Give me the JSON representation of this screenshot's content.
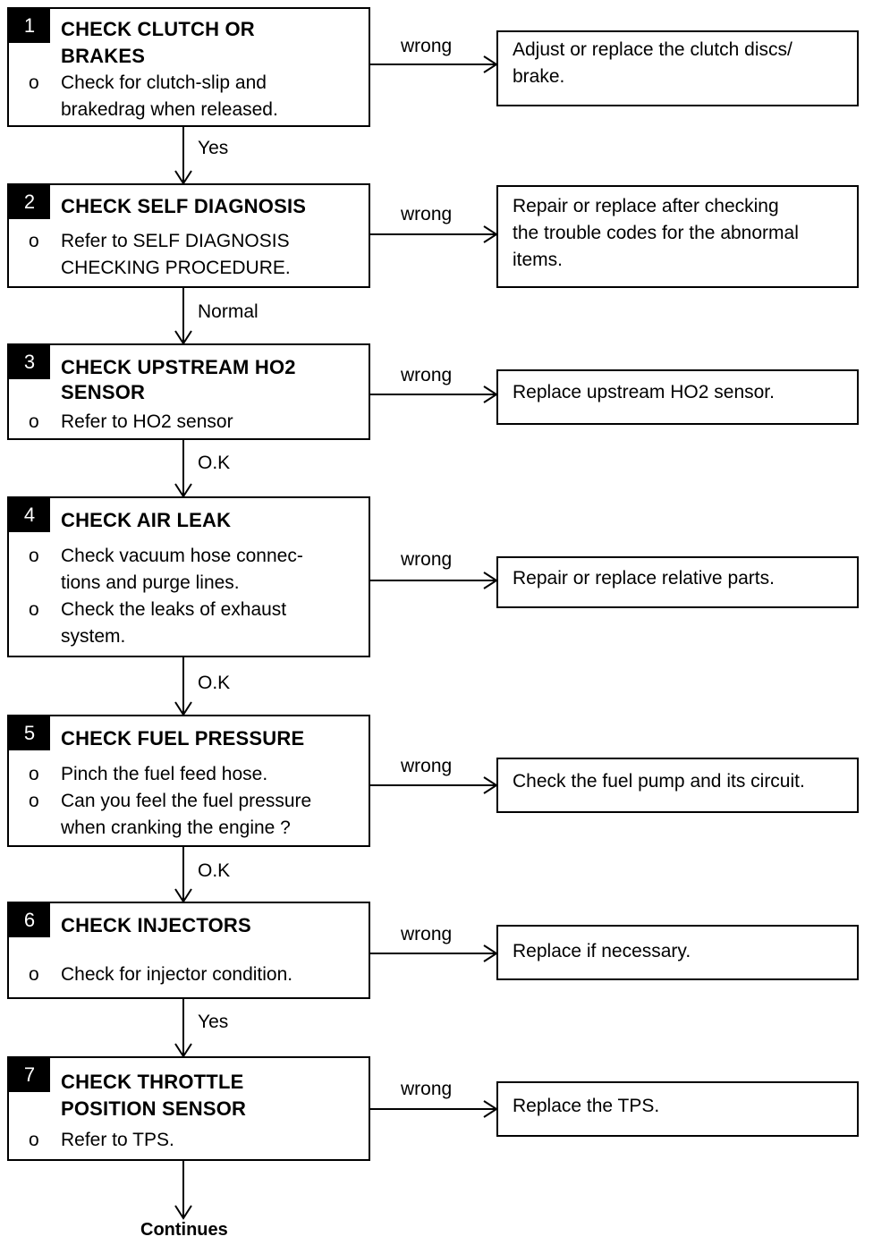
{
  "steps": [
    {
      "num": "1",
      "title": [
        "CHECK CLUTCH OR",
        "BRAKES"
      ],
      "bullets": [
        [
          "Check for clutch-slip and",
          "brakedrag when released."
        ]
      ]
    },
    {
      "num": "2",
      "title": [
        "CHECK SELF DIAGNOSIS"
      ],
      "bullets": [
        [
          "Refer to SELF DIAGNOSIS",
          "CHECKING PROCEDURE."
        ]
      ]
    },
    {
      "num": "3",
      "title": [
        "CHECK UPSTREAM HO2",
        "SENSOR"
      ],
      "bullets": [
        [
          "Refer to HO2 sensor"
        ]
      ]
    },
    {
      "num": "4",
      "title": [
        "CHECK AIR LEAK"
      ],
      "bullets": [
        [
          "Check vacuum hose connec-",
          "tions and purge lines."
        ],
        [
          "Check the leaks of exhaust",
          "system."
        ]
      ]
    },
    {
      "num": "5",
      "title": [
        "CHECK FUEL PRESSURE"
      ],
      "bullets": [
        [
          "Pinch the fuel feed hose."
        ],
        [
          "Can you feel the fuel pressure",
          "when cranking the engine ?"
        ]
      ]
    },
    {
      "num": "6",
      "title": [
        "CHECK INJECTORS"
      ],
      "bullets": [
        [
          "Check for injector condition."
        ]
      ]
    },
    {
      "num": "7",
      "title": [
        "CHECK THROTTLE",
        "POSITION SENSOR"
      ],
      "bullets": [
        [
          "Refer to TPS."
        ]
      ]
    }
  ],
  "bullet_mark": "o",
  "wrong_label": "wrong",
  "actions": [
    [
      "Adjust or replace the clutch discs/",
      "brake."
    ],
    [
      "Repair or replace after checking",
      "the trouble codes for the abnormal",
      "items."
    ],
    [
      "Replace upstream HO2 sensor."
    ],
    [
      "Repair or replace relative parts."
    ],
    [
      "Check the fuel pump and its circuit."
    ],
    [
      "Replace if necessary."
    ],
    [
      "Replace the TPS."
    ]
  ],
  "down_labels": [
    "Yes",
    "Normal",
    "O.K",
    "O.K",
    "O.K",
    "Yes"
  ],
  "continues": "Continues"
}
